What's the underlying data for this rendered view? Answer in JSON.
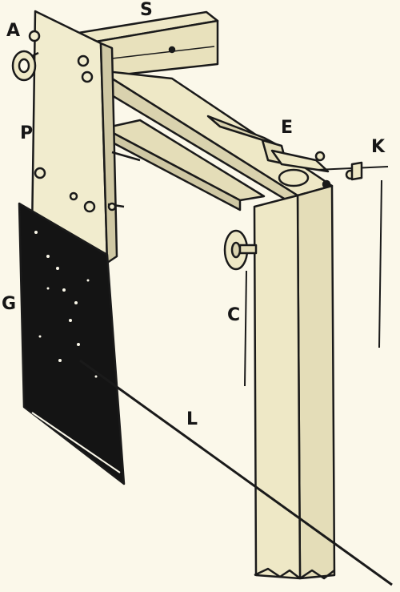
{
  "colors": {
    "paper": "#fbf8ea",
    "wood": "#eee8c6",
    "wood_shade": "#d9d2ae",
    "ink": "#1a1a1a",
    "plate": "#141414"
  },
  "labels": {
    "a": "A",
    "s": "S",
    "p": "P",
    "e": "E",
    "k": "K",
    "g": "G",
    "c": "C",
    "l": "L"
  }
}
